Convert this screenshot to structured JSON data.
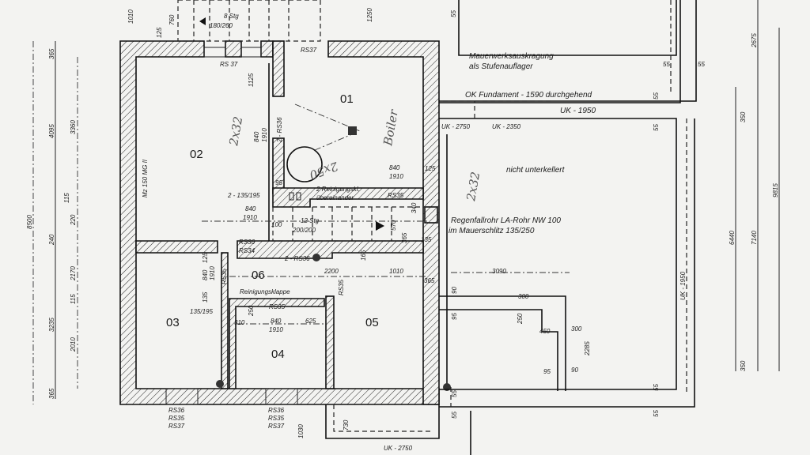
{
  "rooms": {
    "r01": "01",
    "r02": "02",
    "r03": "03",
    "r04": "04",
    "r05": "05",
    "r06": "06"
  },
  "notes": {
    "masonry1": "Mauerwerksauskragung",
    "masonry2": "als Stufenauflager",
    "foundation": "OK Fundament - 1590 durchgehend",
    "uk1950": "UK - 1950",
    "uk2750": "UK - 2750",
    "uk2350": "UK - 2350",
    "not_basement": "nicht unterkellert",
    "downpipe1": "Regenfallrohr LA-Rohr NW 100",
    "downpipe2": "im Mauerschlitz 135/250",
    "cleaning1": "2 Reinigungskl.",
    "cleaning2": "übereinander",
    "cleaning_flap": "Reinigungsklappe",
    "stairs_top": "8 Stg",
    "stairs_top_dim": "180/260",
    "stairs_mid": "12 Stg",
    "stairs_mid_dim": "200/200",
    "uk1950_vert": "UK - 1950",
    "uk2750_bottom": "UK - 2750",
    "wall_type": "Mz 150 MG II",
    "rs37_top": "RS37",
    "rs37_left": "RS 37",
    "rs36_v": "2 - RS36",
    "rs35_a": "RS35",
    "rs36_34a": "RS36",
    "rs36_34b": "RS34",
    "rs36_mid": "2 - RS36",
    "rs35_b": "RS35",
    "rs35_v": "RS35",
    "rs35_v2": "RS35",
    "win_left": [
      "RS36",
      "RS35",
      "RS37"
    ],
    "win_mid": [
      "RS36",
      "RS35",
      "RS37"
    ],
    "opening1": "2 - 135/195",
    "opening2": "135/195"
  },
  "dimensions": {
    "left": [
      "8500",
      "4095",
      "3360",
      "115",
      "220",
      "240",
      "2170",
      "115",
      "3235",
      "2010",
      "365",
      "365"
    ],
    "right": [
      "2675",
      "350",
      "6440",
      "7140",
      "9815",
      "350"
    ],
    "misc": [
      "840",
      "1910",
      "840",
      "1910",
      "840",
      "1910",
      "840",
      "1910",
      "840",
      "1910",
      "1125",
      "125",
      "1010",
      "365",
      "3090",
      "90",
      "95",
      "250",
      "300",
      "450",
      "300",
      "2285",
      "95",
      "90",
      "55",
      "55",
      "55",
      "55",
      "55",
      "55",
      "55",
      "55",
      "730",
      "1030",
      "570",
      "340",
      "365",
      "165",
      "2200",
      "310",
      "250",
      "625",
      "125",
      "135",
      "1010",
      "760",
      "125",
      "1250",
      "55",
      "100",
      "95",
      "135"
    ]
  },
  "handwritten": {
    "boiler": "Boiler",
    "h1": "2x32",
    "h2": "2x50",
    "h3": "2x32"
  },
  "colors": {
    "paper": "#f3f3f1",
    "ink": "#111111"
  }
}
